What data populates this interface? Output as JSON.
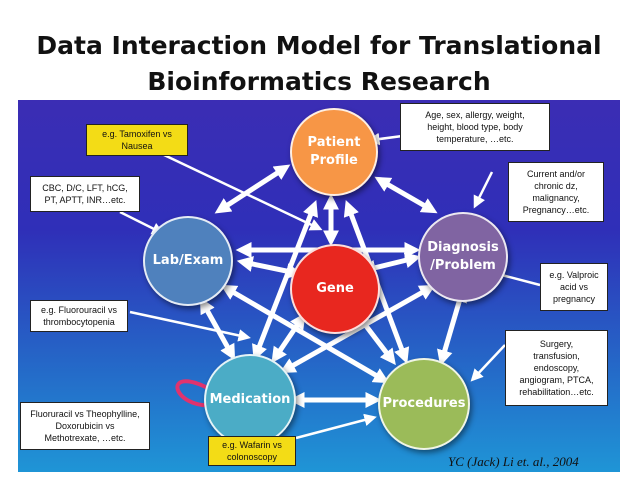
{
  "title": {
    "line1": "Data Interaction Model for Translational",
    "line2": "Bioinformatics Research"
  },
  "nodes": {
    "patient_profile": {
      "label": "Patient\nProfile",
      "color": "#f79646"
    },
    "diagnosis": {
      "label": "Diagnosis\n/Problem",
      "color": "#8064a2"
    },
    "lab_exam": {
      "label": "Lab/Exam",
      "color": "#4f81bd"
    },
    "gene": {
      "label": "Gene",
      "color": "#e8271f"
    },
    "medication": {
      "label": "Medication",
      "color": "#4bacc6"
    },
    "procedures": {
      "label": "Procedures",
      "color": "#9bbb59"
    }
  },
  "notes": {
    "patient": "Age, sex, allergy, weight,\nheight, blood type, body\ntemperature, …etc.",
    "diagnosis": "Current and/or\nchronic dz,\nmalignancy,\nPregnancy…etc.",
    "tamoxifen": "e.g. Tamoxifen vs\nNausea",
    "lab": "CBC, D/C, LFT, hCG,\nPT, APTT, INR…etc.",
    "valproic": "e.g. Valproic\nacid vs\npregnancy",
    "fluorouracil": "e.g. Fluorouracil vs\nthrombocytopenia",
    "procedures": "Surgery,\ntransfusion,\nendoscopy,\nangiogram, PTCA,\nrehabilitation…etc.",
    "drugs": "Fluoruracil  vs Theophylline,\nDoxorubicin  vs\nMethotrexate, …etc.",
    "wafarin": "e.g. Wafarin vs\ncolonoscopy"
  },
  "citation": "YC (Jack) Li et. al., 2004",
  "colors": {
    "panel_top": "#3b2db4",
    "panel_bottom": "#1f95d6",
    "highlight_yellow": "#f3dc16",
    "loop_arrow": "#e0336e"
  }
}
